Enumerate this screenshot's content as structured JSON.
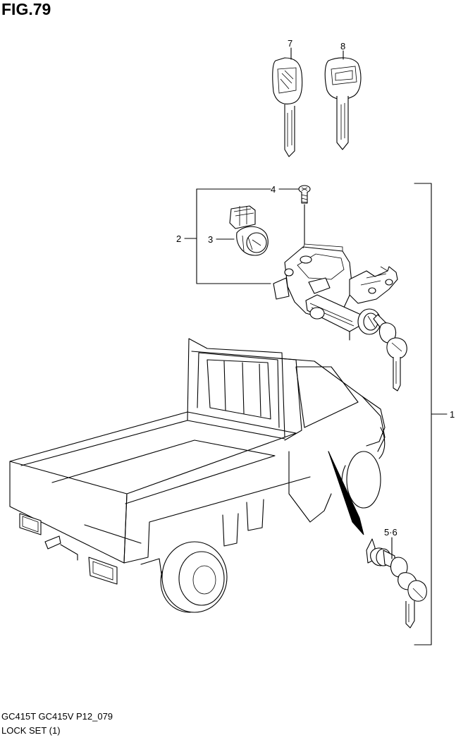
{
  "figure": {
    "title": "FIG.79"
  },
  "callouts": {
    "c1": "1",
    "c2": "2",
    "c3": "3",
    "c4": "4",
    "c56": "5·6",
    "c7": "7",
    "c8": "8"
  },
  "footer": {
    "model": "GC415T GC415V P12_079",
    "caption": "LOCK SET (1)"
  }
}
